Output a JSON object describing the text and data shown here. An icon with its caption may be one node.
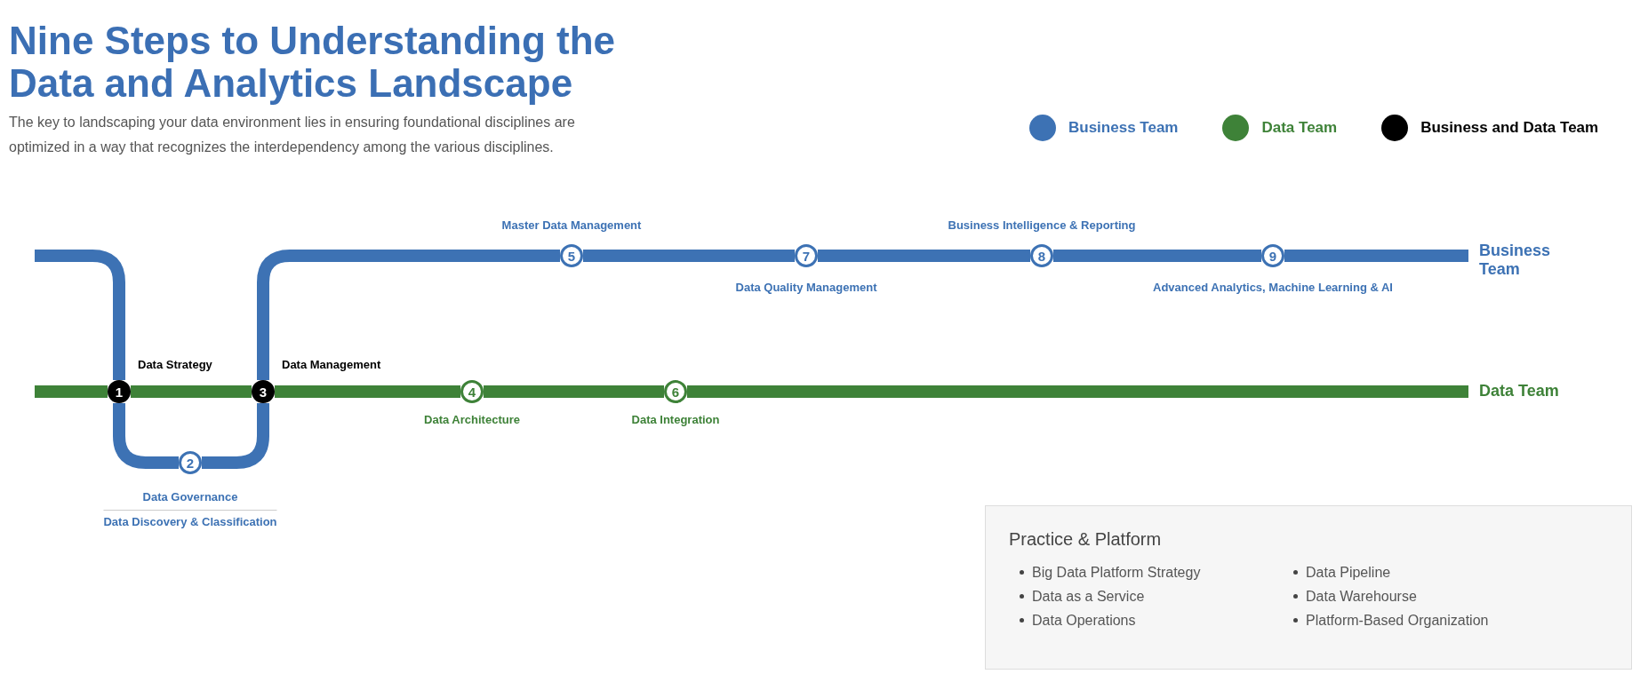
{
  "diagram": {
    "title": "Nine Steps to Understanding the Data and Analytics Landscape",
    "nodes": [
      {
        "text": [
          "1"
        ],
        "beside": [
          "Data Strategy"
        ]
      },
      {
        "text": [
          "2"
        ],
        "beside": [
          "Data Governance",
          "Data Discovery & Classification"
        ]
      },
      {
        "text": [
          "3"
        ],
        "beside": [
          "Data Management"
        ]
      },
      {
        "text": [
          "4"
        ],
        "beside": [
          "Data Architecture"
        ]
      },
      {
        "text": [
          "5"
        ],
        "beside": [
          "Master Data Management"
        ]
      },
      {
        "text": [
          "6"
        ],
        "beside": [
          "Data Integration"
        ]
      },
      {
        "text": [
          "7"
        ],
        "beside": [
          "Data Quality Management"
        ]
      },
      {
        "text": [
          "8"
        ],
        "beside": [
          "Business Intelligence & Reporting"
        ]
      },
      {
        "text": [
          "9"
        ],
        "beside": [
          "Advanced Analytics, Machine Learning & AI"
        ]
      },
      {
        "text": [
          "Business Team"
        ]
      },
      {
        "text": [
          "Data Team"
        ]
      },
      {
        "text": [
          "Practice & Platform",
          "Big Data Platform Strategy",
          "Data as a Service",
          "Data Operations",
          "Data Pipeline",
          "Data Warehourse",
          "Platform-Based Organization"
        ]
      }
    ],
    "edges": [
      {
        "from": null,
        "to": 0,
        "arrow": "none"
      },
      {
        "from": 0,
        "to": 1,
        "arrow": "none"
      },
      {
        "from": 1,
        "to": 2,
        "arrow": "none"
      },
      {
        "from": 2,
        "to": 4,
        "arrow": "none"
      },
      {
        "from": 4,
        "to": 6,
        "arrow": "none"
      },
      {
        "from": 6,
        "to": 7,
        "arrow": "none"
      },
      {
        "from": 7,
        "to": 8,
        "arrow": "none"
      },
      {
        "from": 8,
        "to": 9,
        "arrow": "none"
      },
      {
        "from": null,
        "to": 0,
        "arrow": "none",
        "color": "#3e8238"
      },
      {
        "from": 0,
        "to": 2,
        "arrow": "none",
        "color": "#3e8238"
      },
      {
        "from": 2,
        "to": 3,
        "arrow": "none",
        "color": "#3e8238"
      },
      {
        "from": 3,
        "to": 5,
        "arrow": "none",
        "color": "#3e8238"
      },
      {
        "from": 5,
        "to": 10,
        "arrow": "none",
        "color": "#3e8238"
      }
    ],
    "labels": [
      "The key to landscaping your data environment lies in ensuring foundational disciplines are optimized in a way that recognizes the interdependency among the various disciplines."
    ],
    "legend": [
      {
        "text": "Business Team",
        "color": "#3d72b4"
      },
      {
        "text": "Data Team",
        "color": "#3e8238"
      },
      {
        "text": "Business and Data Team",
        "color": "#000000"
      }
    ]
  }
}
